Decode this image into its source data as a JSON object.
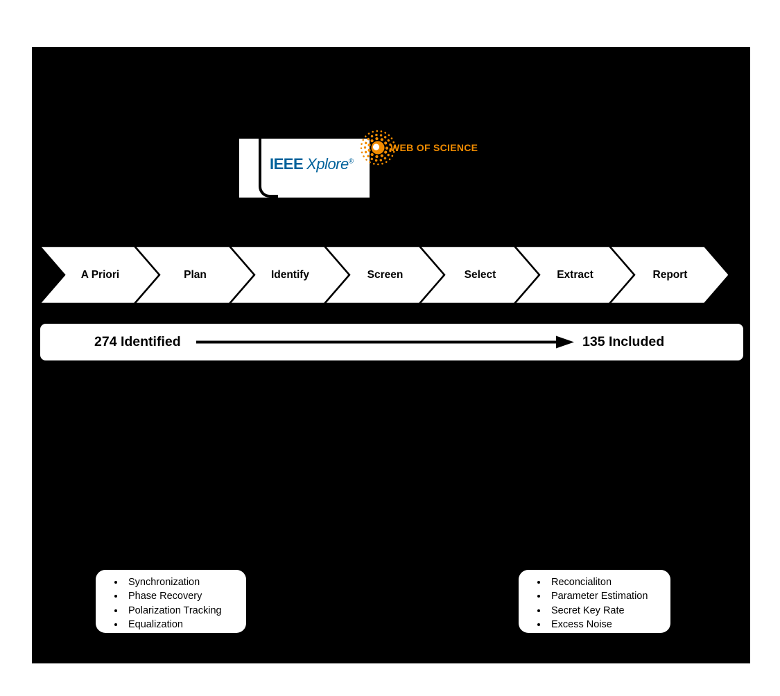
{
  "figure": {
    "background-color": "#000000",
    "accent-orange": "#F28C00",
    "ieee-blue": "#00629B"
  },
  "sources": {
    "ieee_xplore": {
      "name": "IEEE",
      "product": "Xplore",
      "registered_mark": "®"
    },
    "web_of_science": {
      "name": "WEB OF SCIENCE"
    }
  },
  "process_steps": [
    "A Priori",
    "Plan",
    "Identify",
    "Screen",
    "Select",
    "Extract",
    "Report"
  ],
  "screening_summary": {
    "identified": "274 Identified",
    "included": "135 Included"
  },
  "left_topic_box": {
    "items": [
      "Synchronization",
      "Phase Recovery",
      "Polarization Tracking",
      "Equalization"
    ]
  },
  "right_topic_box": {
    "items": [
      "Reconcialiton",
      "Parameter Estimation",
      "Secret Key Rate",
      "Excess Noise"
    ]
  }
}
